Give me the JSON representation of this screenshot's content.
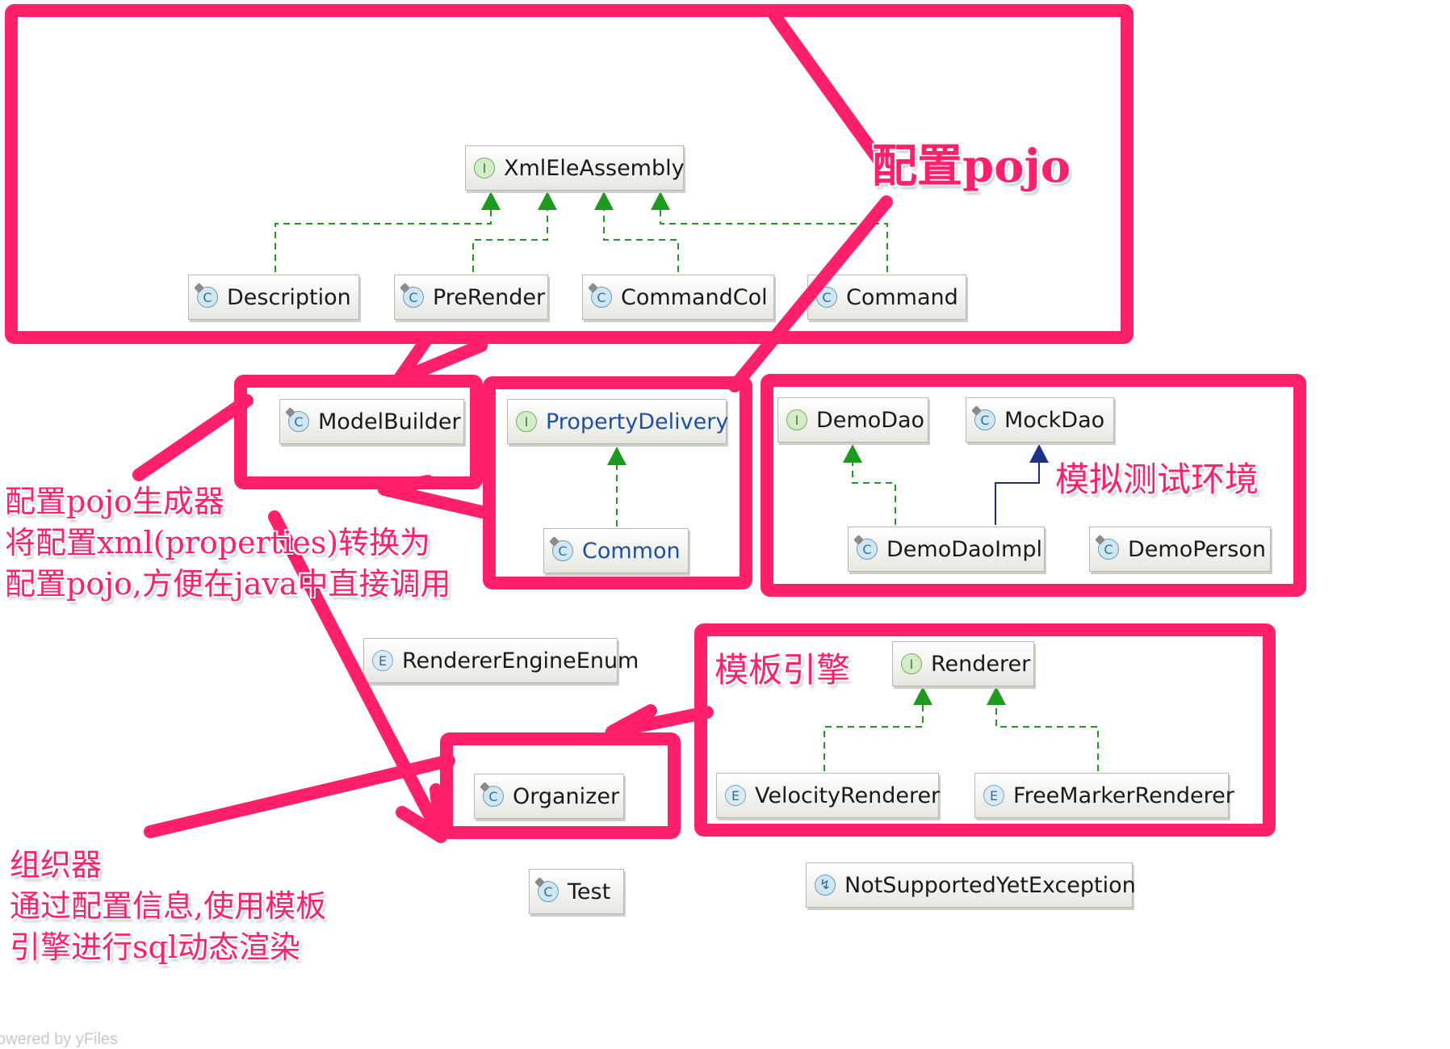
{
  "nodes": {
    "xmleleassembly": {
      "label": "XmlEleAssembly",
      "kind": "I"
    },
    "description": {
      "label": "Description",
      "kind": "C"
    },
    "prerender": {
      "label": "PreRender",
      "kind": "C"
    },
    "commandcol": {
      "label": "CommandCol",
      "kind": "C"
    },
    "command": {
      "label": "Command",
      "kind": "C"
    },
    "modelbuilder": {
      "label": "ModelBuilder",
      "kind": "C"
    },
    "propertydelivery": {
      "label": "PropertyDelivery",
      "kind": "I"
    },
    "common": {
      "label": "Common",
      "kind": "C"
    },
    "demodao": {
      "label": "DemoDao",
      "kind": "I"
    },
    "mockdao": {
      "label": "MockDao",
      "kind": "C"
    },
    "demodaoimpl": {
      "label": "DemoDaoImpl",
      "kind": "C"
    },
    "demoperson": {
      "label": "DemoPerson",
      "kind": "C"
    },
    "rendererengineenum": {
      "label": "RendererEngineEnum",
      "kind": "E"
    },
    "renderer": {
      "label": "Renderer",
      "kind": "I"
    },
    "organizer": {
      "label": "Organizer",
      "kind": "C"
    },
    "velocityrenderer": {
      "label": "VelocityRenderer",
      "kind": "E"
    },
    "freemarkerrenderer": {
      "label": "FreeMarkerRenderer",
      "kind": "E"
    },
    "test": {
      "label": "Test",
      "kind": "C"
    },
    "notsupportedyetexception": {
      "label": "NotSupportedYetException",
      "kind": "X"
    }
  },
  "annotations": {
    "pojo": "配置pojo",
    "builder": {
      "line1": "配置pojo生成器",
      "line2": "将配置xml(properties)转换为",
      "line3": "配置pojo,方便在java中直接调用"
    },
    "mock": "模拟测试环境",
    "template": "模板引擎",
    "organizer": {
      "line1": "组织器",
      "line2": "通过配置信息,使用模板",
      "line3": "引擎进行sql动态渲染"
    }
  },
  "footer": "owered by yFiles",
  "colors": {
    "highlight": "#ff1f6b",
    "implements_arrow": "#1e9a1e",
    "extends_arrow": "#1d2f8c",
    "node_border": "#b9b9b2"
  }
}
